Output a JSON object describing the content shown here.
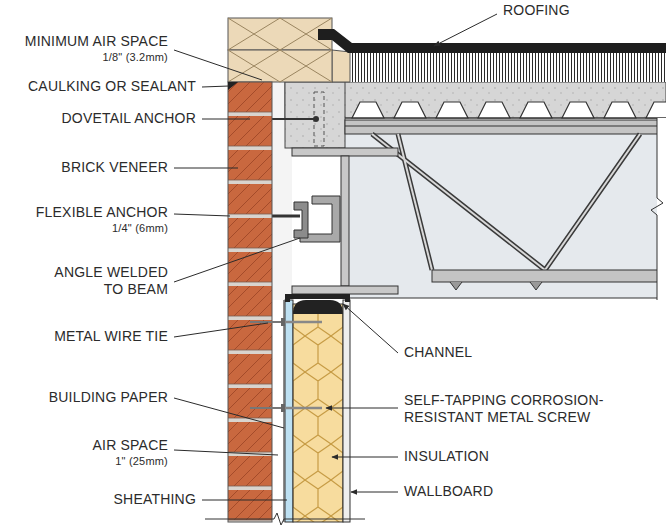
{
  "diagram": {
    "labels": [
      "ROOFING",
      "MINIMUM AIR SPACE",
      "1/8\" (3.2mm)",
      "CAULKING OR SEALANT",
      "DOVETAIL ANCHOR",
      "BRICK VENEER",
      "FLEXIBLE ANCHOR",
      "1/4\" (6mm)",
      "ANGLE WELDED TO BEAM",
      "METAL WIRE TIE",
      "BUILDING PAPER",
      "AIR SPACE",
      "1\" (25mm)",
      "SHEATHING",
      "CHANNEL",
      "SELF-TAPPING CORROSION- RESISTANT METAL SCREW",
      "INSULATION",
      "WALLBOARD"
    ]
  }
}
